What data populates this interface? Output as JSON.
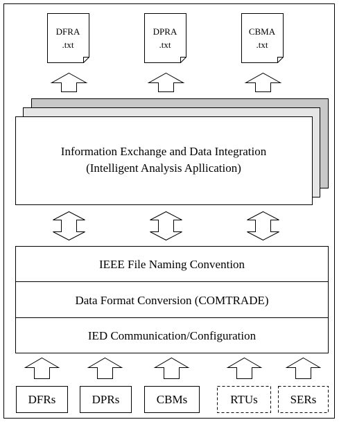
{
  "output_files": [
    {
      "line1": "DFRA",
      "line2": ".txt"
    },
    {
      "line1": "DPRA",
      "line2": ".txt"
    },
    {
      "line1": "CBMA",
      "line2": ".txt"
    }
  ],
  "main_box": {
    "line1": "Information Exchange and Data Integration",
    "line2": "(Intelligent Analysis Apllication)"
  },
  "layers": [
    {
      "label": "IEEE File Naming Convention"
    },
    {
      "label": "Data Format Conversion (COMTRADE)"
    },
    {
      "label": "IED Communication/Configuration"
    }
  ],
  "devices": [
    {
      "label": "DFRs",
      "style": "solid"
    },
    {
      "label": "DPRs",
      "style": "solid"
    },
    {
      "label": "CBMs",
      "style": "solid"
    },
    {
      "label": "RTUs",
      "style": "dashed"
    },
    {
      "label": "SERs",
      "style": "dashed"
    }
  ],
  "colors": {
    "stroke": "#000000",
    "shadow_dark": "#c8c8c8",
    "shadow_light": "#e6e6e6",
    "fill": "#ffffff"
  }
}
